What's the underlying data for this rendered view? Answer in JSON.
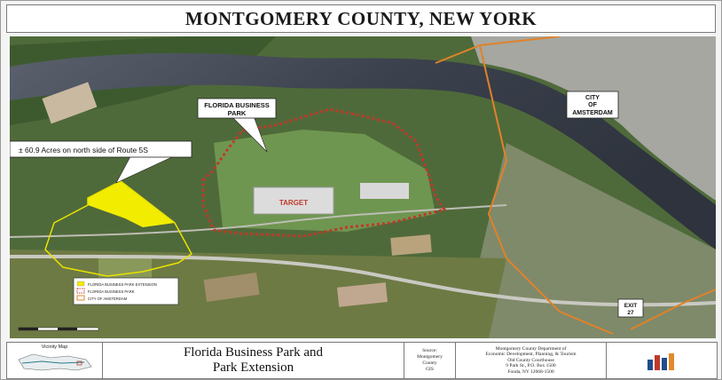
{
  "header": {
    "title": "MONTGOMERY COUNTY, NEW YORK"
  },
  "map": {
    "labels": {
      "florida_business_park_1": "FLORIDA BUSINESS",
      "florida_business_park_2": "PARK",
      "acres_note": "± 60.9 Acres on north side of Route 5S",
      "city_1": "CITY",
      "city_2": "OF",
      "city_3": "AMSTERDAM",
      "target": "TARGET",
      "exit_1": "EXIT",
      "exit_2": "27"
    },
    "legend": {
      "items": [
        {
          "label": "FLORIDA BUSINESS PARK EXTENSION",
          "color": "#f5ea00"
        },
        {
          "label": "FLORIDA BUSINESS PARK",
          "color": "#c83a3a"
        },
        {
          "label": "CITY OF AMSTERDAM",
          "color": "#e08a2a"
        }
      ]
    },
    "colors": {
      "park_extension": "#f2ec00",
      "business_park_boundary": "#c0392b",
      "city_boundary": "#e0822a",
      "river": "#3d4452"
    }
  },
  "footer": {
    "vicinity_label": "Vicinity Map",
    "title_line1": "Florida Business Park and",
    "title_line2": "Park Extension",
    "source_line1": "Source:",
    "source_line2": "Montgomery",
    "source_line3": "County",
    "source_line4": "GIS",
    "dept_line1": "Montgomery County Department of",
    "dept_line2": "Economic Development, Planning, & Tourism",
    "dept_line3": "Old County Courthouse",
    "dept_line4": "9 Park St., P.O. Box 1500",
    "dept_line5": "Fonda, NY 12068-1500"
  }
}
